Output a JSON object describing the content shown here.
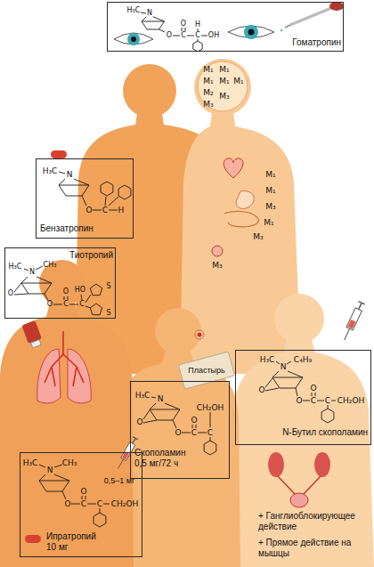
{
  "diagram": {
    "nodes": [
      {
        "text": [
          "Гоматропин"
        ]
      },
      {
        "text": [
          "Бензатропин"
        ]
      },
      {
        "text": [
          "Тиотропий"
        ]
      },
      {
        "text": [
          "Скополамин 0,5 мг/72 ч"
        ]
      },
      {
        "text": [
          "N-Бутил скополамин"
        ]
      },
      {
        "text": [
          "Ипратропий 10 мг"
        ]
      }
    ],
    "labels": [
      "H₃C",
      "N",
      "O",
      "C",
      "O",
      "C",
      "H",
      "OH",
      "H₃C",
      "N",
      "O",
      "C",
      "H",
      "H₃C",
      "N",
      "CH₃",
      "O",
      "O",
      "C",
      "O",
      "HO",
      "C",
      "S",
      "S",
      "H₃C",
      "N",
      "O",
      "O",
      "C",
      "O",
      "C",
      "CH₂OH",
      "Пластырь",
      "H₃C",
      "N",
      "C₄H₉",
      "O",
      "O",
      "C",
      "O",
      "C",
      "CH₂OH",
      "H₃C",
      "N",
      "CH₃",
      "O",
      "C",
      "O",
      "C",
      "CH₂OH",
      "0,5–1 мг",
      "+ Ганглиоблокирующее действие",
      "+ Прямое действие на мышцы",
      "M₁",
      "M₁",
      "M₁",
      "M₁",
      "M₁",
      "M₂",
      "M₃",
      "M₃",
      "M₁",
      "M₁",
      "M₃",
      "M₁",
      "M₃",
      "M₃"
    ]
  }
}
